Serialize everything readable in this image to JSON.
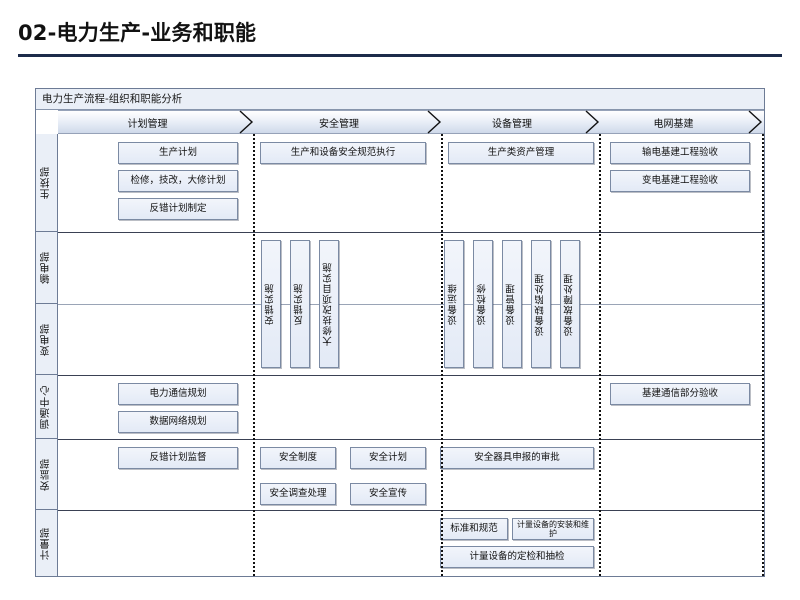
{
  "slide": {
    "title": "02-电力生产-业务和职能",
    "panel_caption": "电力生产流程-组织和职能分析",
    "accent_color": "#1c2b4a",
    "box_fill": "#e3eaf6",
    "box_border": "#7b8aa3"
  },
  "columns": [
    {
      "id": "plan",
      "label": "计划管理"
    },
    {
      "id": "safety",
      "label": "安全管理"
    },
    {
      "id": "equipment",
      "label": "设备管理"
    },
    {
      "id": "grid_infra",
      "label": "电网基建"
    }
  ],
  "rows": [
    {
      "id": "shengjibu",
      "label": "生技部"
    },
    {
      "id": "shudianbu",
      "label": "输电部"
    },
    {
      "id": "biandianbu",
      "label": "变电部"
    },
    {
      "id": "diaotongzhongxin",
      "label": "调通中心"
    },
    {
      "id": "anjianbu",
      "label": "安监部"
    },
    {
      "id": "jiliangbu",
      "label": "计量部"
    }
  ],
  "boxes": {
    "r1c1a": "生产计划",
    "r1c1b": "检修，技改，大修计划",
    "r1c1c": "反错计划制定",
    "r1c2a": "生产和设备安全规范执行",
    "r1c3a": "生产类资产管理",
    "r1c4a": "输电基建工程验收",
    "r1c4b": "变电基建工程验收",
    "r23c2a": "安错实施",
    "r23c2b": "反错实施",
    "r23c2c": "大修技改项目实施",
    "r23c3a": "设备运维",
    "r23c3b": "设备检修",
    "r23c3c": "设备管理",
    "r23c3d": "设备缺陷处理",
    "r23c3e": "设备故障处理",
    "r4c1a": "电力通信规划",
    "r4c1b": "数据网络规划",
    "r4c4a": "基建通信部分验收",
    "r5c1a": "反错计划监督",
    "r5c2a": "安全制度",
    "r5c2b": "安全计划",
    "r5c2c": "安全调查处理",
    "r5c2d": "安全宣传",
    "r5c3a": "安全器具申报的审批",
    "r6c3a": "标准和规范",
    "r6c3b": "计量设备的安装和维护",
    "r6c3c": "计量设备的定检和抽检"
  }
}
